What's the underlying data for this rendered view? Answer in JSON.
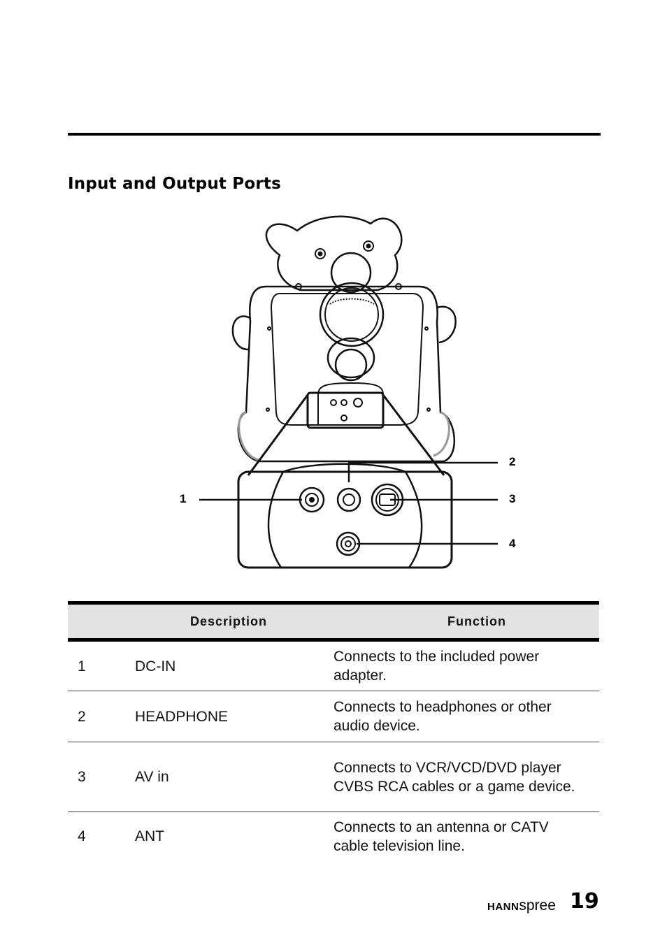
{
  "section": {
    "title": "Input and Output Ports"
  },
  "figure": {
    "callouts": [
      "1",
      "2",
      "3",
      "4"
    ]
  },
  "table": {
    "headers": {
      "description": "Description",
      "function": "Function"
    },
    "rows": [
      {
        "num": "1",
        "description": "DC-IN",
        "function": "Connects to the included power adapter."
      },
      {
        "num": "2",
        "description": "HEADPHONE",
        "function": "Connects to headphones or other audio device."
      },
      {
        "num": "3",
        "description": "AV in",
        "function": "Connects to VCR/VCD/DVD player CVBS RCA cables or a game device."
      },
      {
        "num": "4",
        "description": "ANT",
        "function": "Connects to an antenna or CATV cable television line."
      }
    ]
  },
  "footer": {
    "brand_bold": "HANN",
    "brand_light": "spree",
    "page_number": "19"
  }
}
